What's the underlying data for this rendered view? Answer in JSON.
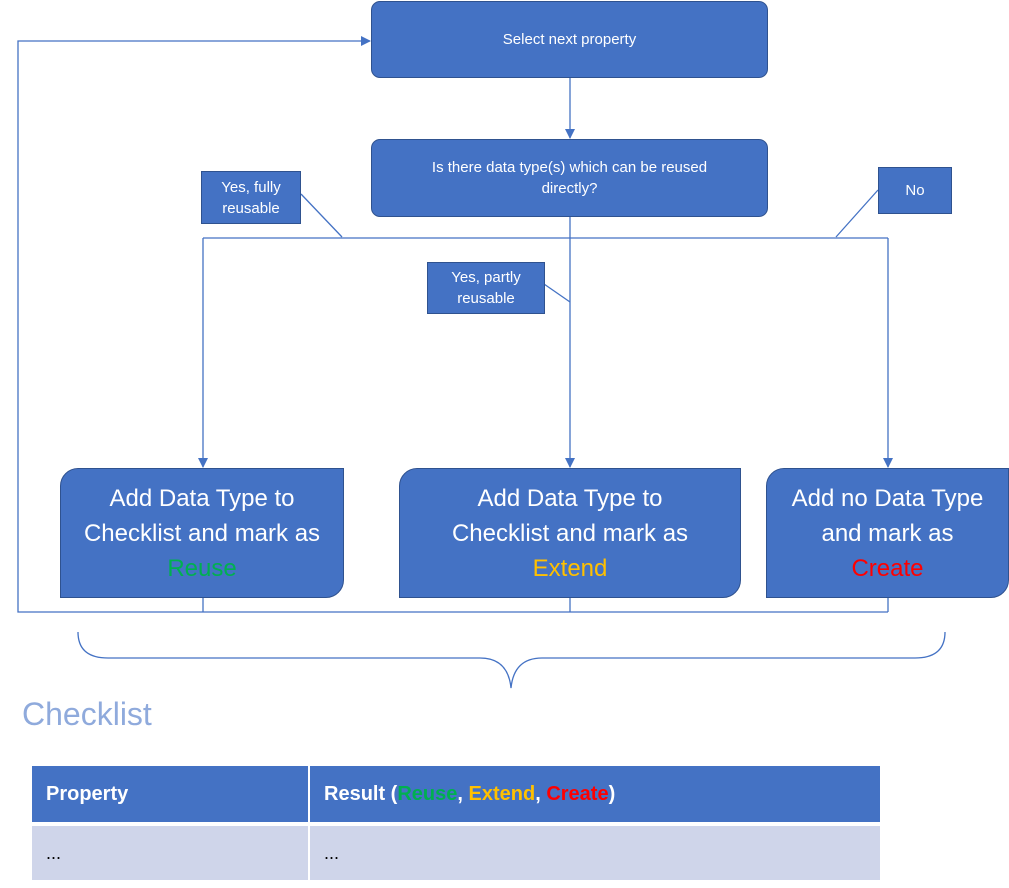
{
  "nodes": {
    "select": "Select next property",
    "question": "Is there data type(s) which can be reused directly?",
    "reuse_pre": "Add Data Type to Checklist and mark as",
    "reuse_word": "Reuse",
    "extend_pre": "Add Data Type to Checklist and mark as",
    "extend_word": "Extend",
    "create_pre": "Add no Data Type and mark as",
    "create_word": "Create"
  },
  "labels": {
    "fully": "Yes, fully reusable",
    "partly": "Yes, partly reusable",
    "no": "No"
  },
  "checklist": {
    "title": "Checklist",
    "header_property": "Property",
    "header_result": "Result",
    "result_open": "Result (",
    "sep": ", ",
    "close": ")",
    "reuse": "Reuse",
    "extend": "Extend",
    "create": "Create",
    "row_property": "...",
    "row_result": "..."
  },
  "colors": {
    "box": "#4472C4",
    "border": "#2F528F",
    "reuse": "#00B050",
    "extend": "#FFC000",
    "create": "#FF0000",
    "row": "#CFD5EA"
  }
}
